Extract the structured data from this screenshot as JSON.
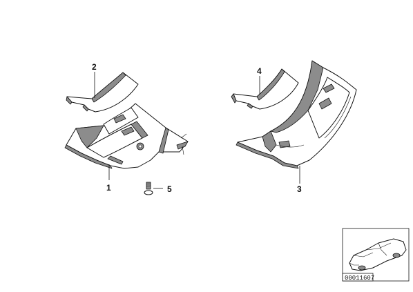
{
  "callouts": {
    "part1": "1",
    "part2": "2",
    "part3": "3",
    "part4": "4",
    "part5": "5"
  },
  "reference_number": "00011607"
}
